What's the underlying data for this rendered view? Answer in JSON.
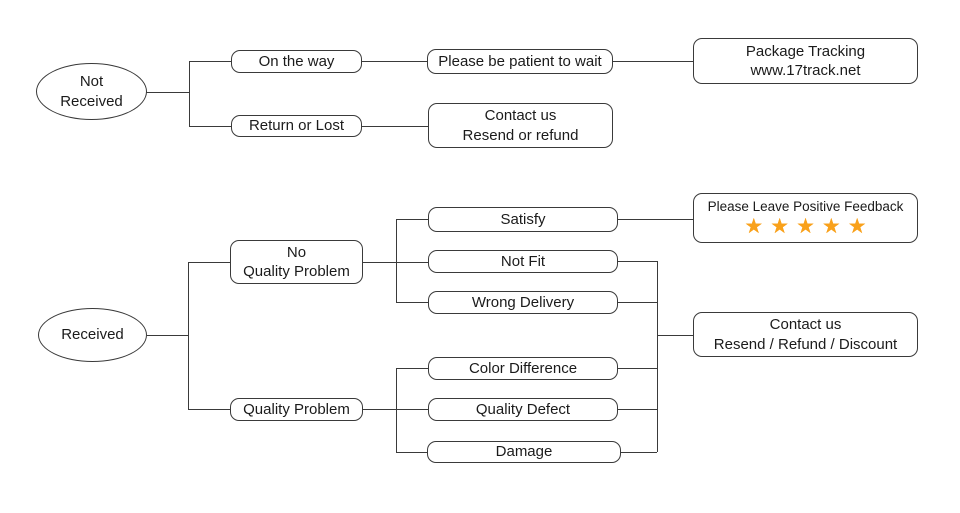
{
  "theme": {
    "background": "#ffffff",
    "line_color": "#3a3a3a",
    "text_color": "#1b1b1b",
    "star_color": "#F9A11B"
  },
  "nodes": {
    "not_received": {
      "label": "Not\nReceived"
    },
    "received": {
      "label": "Received"
    },
    "on_the_way": {
      "label": "On the way"
    },
    "return_or_lost": {
      "label": "Return or Lost"
    },
    "please_wait": {
      "label": "Please be patient to wait"
    },
    "package_tracking": {
      "label": "Package Tracking\nwww.17track.net"
    },
    "contact_not_received": {
      "label": "Contact us\nResend or refund"
    },
    "no_quality_problem": {
      "label": "No\nQuality Problem"
    },
    "quality_problem": {
      "label": "Quality Problem"
    },
    "satisfy": {
      "label": "Satisfy"
    },
    "not_fit": {
      "label": "Not Fit"
    },
    "wrong_delivery": {
      "label": "Wrong Delivery"
    },
    "color_difference": {
      "label": "Color Difference"
    },
    "quality_defect": {
      "label": "Quality Defect"
    },
    "damage": {
      "label": "Damage"
    },
    "feedback": {
      "label": "Please Leave Positive Feedback",
      "star_glyph": "★",
      "star_count": 5
    },
    "contact_received": {
      "label": "Contact us\nResend / Refund / Discount"
    }
  }
}
